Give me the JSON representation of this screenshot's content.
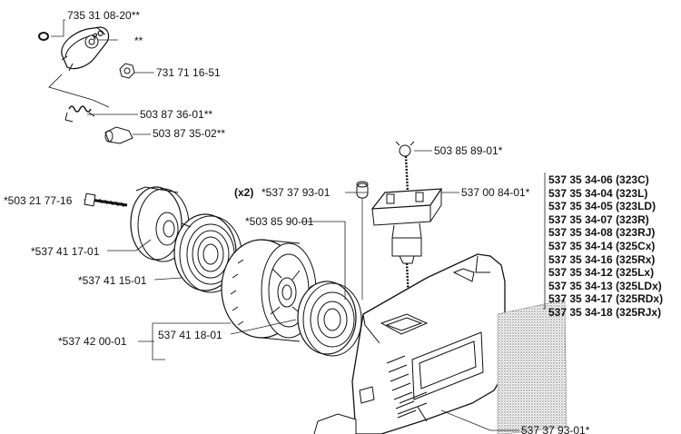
{
  "labels": {
    "part_735_31_08_20": "735 31 08-20**",
    "part_double_star": "**",
    "part_731_71_16_51": "731 71 16-51",
    "part_503_87_36_01": "503 87 36-01**",
    "part_503_87_35_02": "503 87 35-02**",
    "part_503_85_89_01": "503 85 89-01*",
    "qty_x2": "(x2)",
    "part_537_37_93_01_top": "*537 37 93-01",
    "part_537_00_84_01": "537 00 84-01*",
    "part_503_21_77_16": "*503 21 77-16",
    "part_503_85_90_01": "*503 85 90-01",
    "part_537_41_17_01": "*537 41 17-01",
    "part_537_41_15_01": "*537 41 15-01",
    "part_537_42_00_01": "*537 42 00-01",
    "part_537_41_18_01": "537 41 18-01",
    "part_537_37_93_01_bottom": "537 37 93-01*"
  },
  "model_list": [
    "537 35 34-06 (323C)",
    "537 35 34-04 (323L)",
    "537 35 34-05 (323LD)",
    "537 35 34-07 (323R)",
    "537 35 34-08 (323RJ)",
    "537 35 34-14 (325Cx)",
    "537 35 34-16 (325Rx)",
    "537 35 34-12 (325Lx)",
    "537 35 34-13 (325LDx)",
    "537 35 34-17 (325RDx)",
    "537 35 34-18 (325RJx)"
  ]
}
